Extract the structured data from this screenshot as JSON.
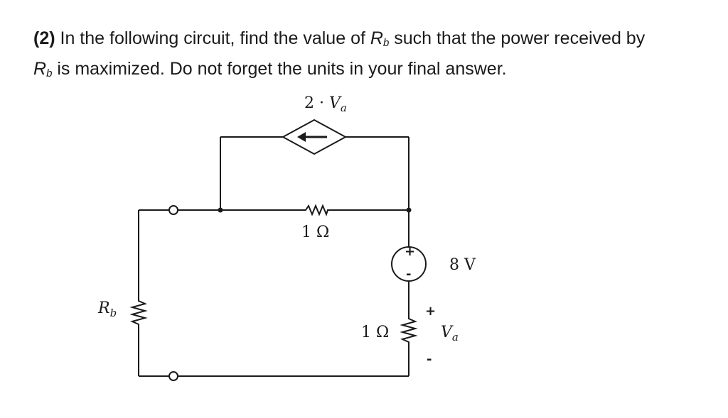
{
  "question": {
    "number": "(2)",
    "text_1": " In the following circuit, find the value of ",
    "var_base": "R",
    "var_sub": "b",
    "text_2": " such that the power received by ",
    "text_3": " is maximized. Do not forget the units in your final answer."
  },
  "circuit": {
    "dependent_source_gain": "2 · ",
    "dependent_source_var": "V",
    "dependent_source_var_sub": "a",
    "top_resistor": "1 Ω",
    "voltage_source": "8 V",
    "voltage_source_plus": "+",
    "voltage_source_minus": "-",
    "bottom_resistor": "1 Ω",
    "va_label": "V",
    "va_label_sub": "a",
    "va_plus": "+",
    "va_minus": "-",
    "rb_label": "R",
    "rb_label_sub": "b"
  }
}
